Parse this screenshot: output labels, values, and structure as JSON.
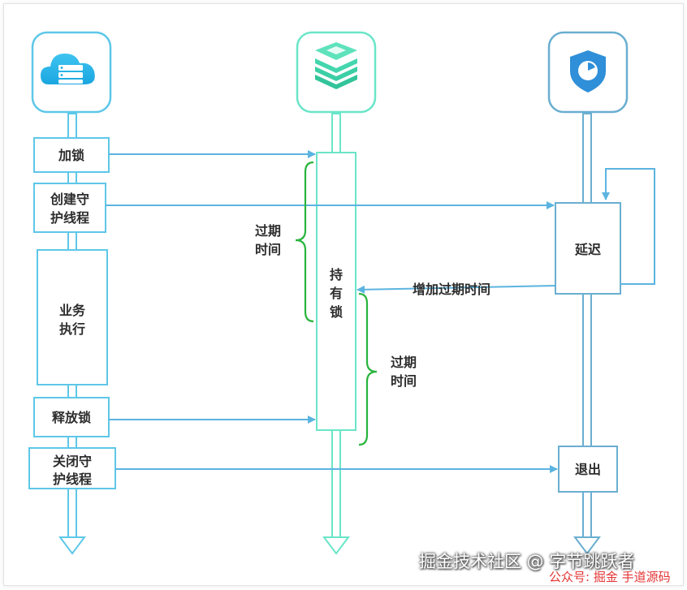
{
  "participants": {
    "client": {
      "icon": "cloud-server-icon"
    },
    "redis": {
      "icon": "redis-stack-icon"
    },
    "watchdog": {
      "icon": "shield-clock-icon"
    }
  },
  "client_steps": {
    "lock": "加锁",
    "create_daemon_1": "创建守",
    "create_daemon_2": "护线程",
    "business_1": "业务",
    "business_2": "执行",
    "release": "释放锁",
    "close_daemon_1": "关闭守",
    "close_daemon_2": "护线程"
  },
  "redis_activation": {
    "hold_1": "持",
    "hold_2": "有",
    "hold_3": "锁"
  },
  "watchdog_steps": {
    "delay": "延迟",
    "exit": "退出"
  },
  "messages": {
    "extend_expiry": "增加过期时间"
  },
  "braces": {
    "first_1": "过期",
    "first_2": "时间",
    "second_1": "过期",
    "second_2": "时间"
  },
  "watermark": {
    "main": "掘金技术社区 @ 字节跳跃者",
    "sub": "公众号: 掘金 手道源码"
  },
  "colors": {
    "client": "#5ec7e8",
    "redis": "#6ae5c8",
    "watchdog": "#6aaed0",
    "arrow": "#5bb4e0",
    "brace": "#28b43c"
  }
}
